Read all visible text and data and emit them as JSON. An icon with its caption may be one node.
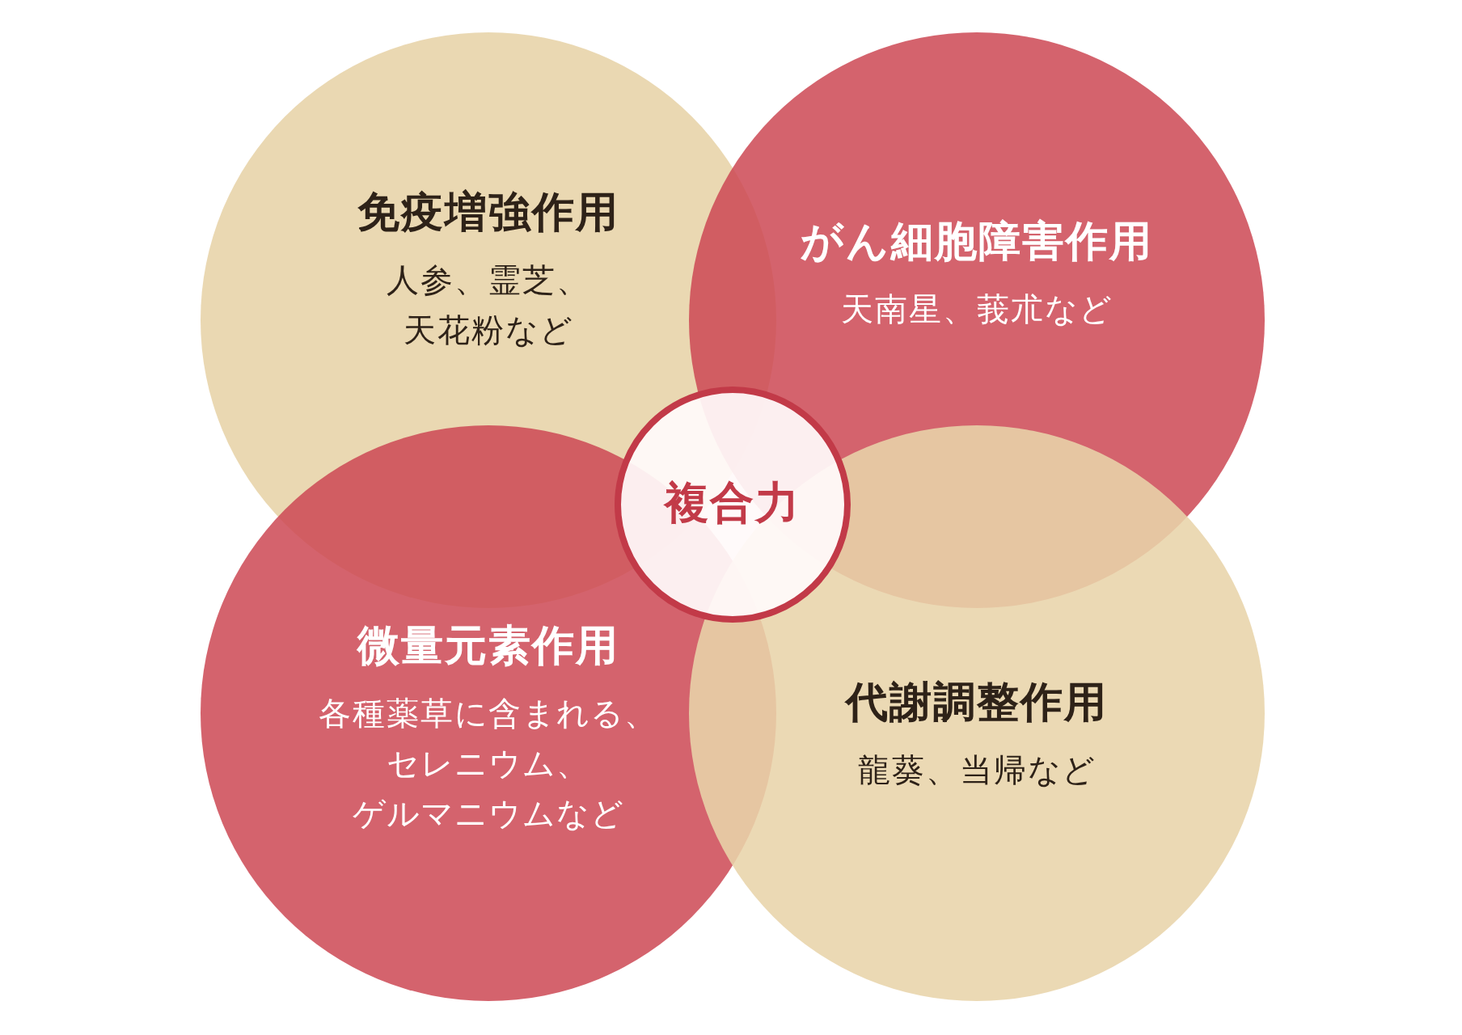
{
  "diagram": {
    "nodes": [
      {
        "text": [
          "免疫増強作用",
          "人参、霊芝、天花粉など"
        ]
      },
      {
        "text": [
          "がん細胞障害作用",
          "天南星、莪朮など"
        ]
      },
      {
        "text": [
          "微量元素作用",
          "各種薬草に含まれる、セレニウム、ゲルマニウムなど"
        ]
      },
      {
        "text": [
          "代謝調整作用",
          "龍葵、当帰など"
        ]
      },
      {
        "text": [
          "複合力"
        ]
      }
    ]
  }
}
